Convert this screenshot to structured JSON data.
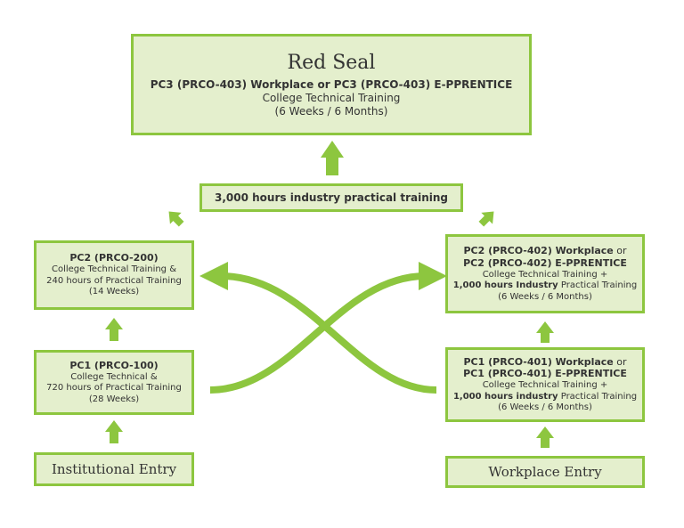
{
  "red_seal": {
    "title": "Red Seal",
    "subtitle": "PC3 (PRCO-403) Workplace or PC3 (PRCO-403) E-PPRENTICE",
    "line1": "College Technical Training",
    "line2": "(6 Weeks / 6 Months)"
  },
  "hours_box": {
    "label": "3,000 hours industry practical training"
  },
  "pc2_inst": {
    "title": "PC2 (PRCO-200)",
    "line1": "College Technical Training &",
    "line2": "240 hours of Practical Training",
    "line3": "(14 Weeks)"
  },
  "pc1_inst": {
    "title": "PC1 (PRCO-100)",
    "line1": "College Technical &",
    "line2": "720 hours of Practical Training",
    "line3": "(28 Weeks)"
  },
  "inst_entry": {
    "label": "Institutional Entry"
  },
  "pc2_work": {
    "title1_a": "PC2 (PRCO-402) Workplace",
    "title1_b": " or",
    "title2": "PC2 (PRCO-402) E-PPRENTICE",
    "line1": "College Technical Training +",
    "line2_bold": "1,000 hours Industry",
    "line2_rest": " Practical Training",
    "line3": "(6 Weeks / 6 Months)"
  },
  "pc1_work": {
    "title1_a": "PC1 (PRCO-401) Workplace",
    "title1_b": " or",
    "title2": "PC1 (PRCO-401) E-PPRENTICE",
    "line1": "College Technical Training +",
    "line2_bold": "1,000 hours industry",
    "line2_rest": " Practical Training",
    "line3": "(6 Weeks / 6 Months)"
  },
  "work_entry": {
    "label": "Workplace Entry"
  },
  "colors": {
    "green": "#8dc63f",
    "fill": "#e4efcd",
    "text": "#333333"
  }
}
